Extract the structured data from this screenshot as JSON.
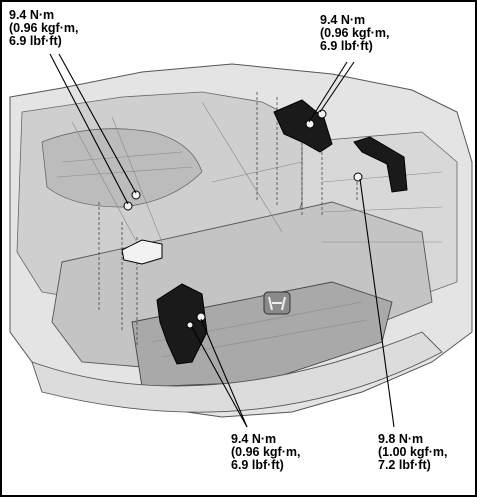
{
  "callouts": {
    "top_left": {
      "torque": "9.4 N·m",
      "kgf": "(0.96 kgf·m,",
      "lbf": "6.9 lbf·ft)"
    },
    "top_right": {
      "torque": "9.4 N·m",
      "kgf": "(0.96 kgf·m,",
      "lbf": "6.9 lbf·ft)"
    },
    "bottom_left": {
      "torque": "9.4 N·m",
      "kgf": "(0.96 kgf·m,",
      "lbf": "6.9 lbf·ft)"
    },
    "bottom_right": {
      "torque": "9.8 N·m",
      "kgf": "(1.00 kgf·m,",
      "lbf": "7.2 lbf·ft)"
    }
  },
  "colors": {
    "ink": "#000000",
    "engine_gray": "#cfcfcf",
    "shadow_gray": "#9a9a9a",
    "bracket_black": "#1a1a1a"
  }
}
